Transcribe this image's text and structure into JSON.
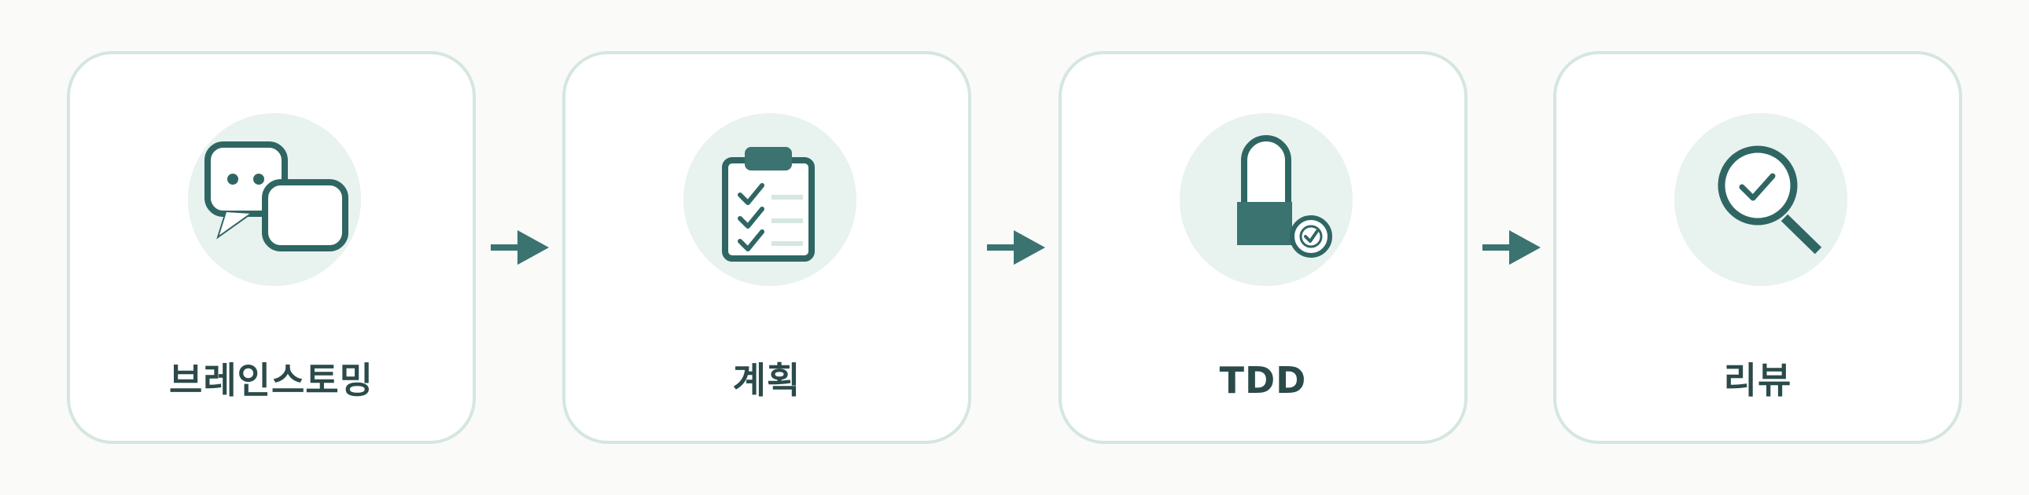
{
  "steps": [
    {
      "label": "브레인스토밍",
      "icon": "speech-bubbles-icon"
    },
    {
      "label": "계획",
      "icon": "clipboard-checklist-icon"
    },
    {
      "label": "TDD",
      "icon": "lock-check-icon"
    },
    {
      "label": "리뷰",
      "icon": "magnifier-check-icon"
    }
  ],
  "colors": {
    "accent": "#3a7370",
    "icon_circle": "#e8f2ef",
    "card_border": "#d5e6e2",
    "label": "#2b4a4a",
    "background": "#fafaf9"
  }
}
